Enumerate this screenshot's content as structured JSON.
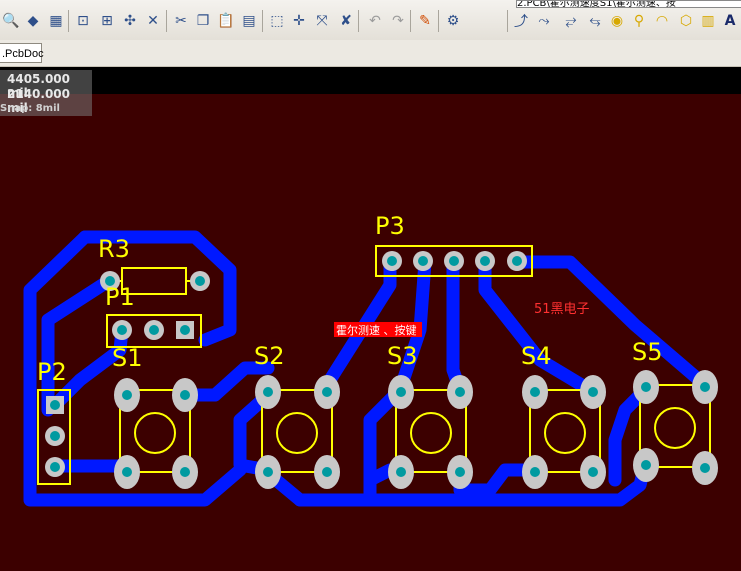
{
  "toolbar": {
    "icons": [
      "zoom-icon",
      "layers-icon",
      "board-icon",
      "zoom-fit-icon",
      "zoom-area-icon",
      "move-icon",
      "cross-icon",
      "cut-icon",
      "copy-icon",
      "paste-icon",
      "rubber-stamp-icon",
      "select-box-icon",
      "move-cross-icon",
      "move-selection-icon",
      "deselect-icon",
      "undo-icon",
      "redo-icon",
      "highlight-icon",
      "component-icon",
      "route-icon",
      "track-icon",
      "pad-icon",
      "via-icon",
      "arc-icon",
      "fill-icon",
      "text-icon"
    ],
    "title_fragment": "2.PCB\\霍尔测速度S1\\霍尔测速、按"
  },
  "document_tab": {
    "label": ".PcbDoc"
  },
  "status_overlay": {
    "x_readout": "4405.000 mil",
    "y_readout": "2140.000 mil",
    "snap": "Snap: 8mil"
  },
  "components": {
    "r3": "R3",
    "p1": "P1",
    "p2": "P2",
    "p3": "P3",
    "s1": "S1",
    "s2": "S2",
    "s3": "S3",
    "s4": "S4",
    "s5": "S5"
  },
  "annotations": {
    "hall_label": "霍尔测速 、按键",
    "brand_label": "51黑电子"
  },
  "colors": {
    "board": "#3c0000",
    "track": "#0018ff",
    "silkscreen": "#ffff00",
    "pad": "#c8c8c8",
    "hole": "#009aa0",
    "annotation_red": "#ff3030"
  }
}
